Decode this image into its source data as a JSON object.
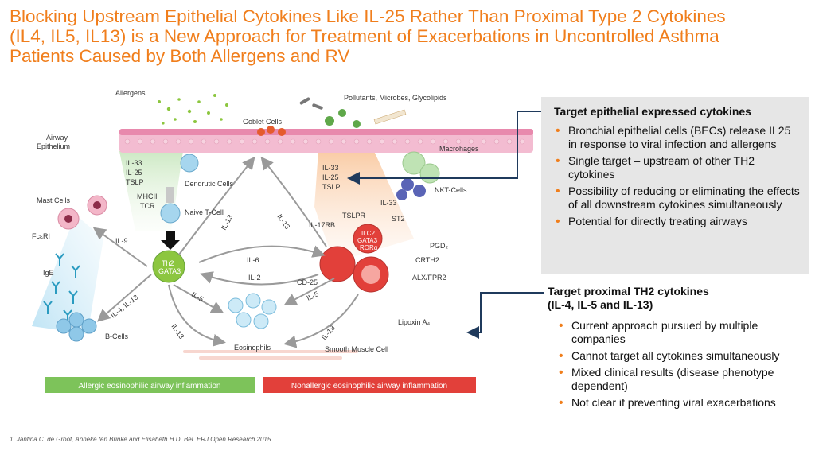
{
  "title": "Blocking Upstream Epithelial Cytokines Like IL-25 Rather Than Proximal Type 2 Cytokines (IL4, IL5, IL13) is a New Approach for Treatment of Exacerbations in Uncontrolled Asthma Patients Caused by Both Allergens and RV",
  "diagram": {
    "allergens": "Allergens",
    "pollutants": "Pollutants, Microbes, Glycolipids",
    "goblet_cells": "Goblet Cells",
    "airway": "Airway",
    "epithelium": "Epithelium",
    "left_cytokines": [
      "IL-33",
      "IL-25",
      "TSLP"
    ],
    "right_cytokines": [
      "IL-33",
      "IL-25",
      "TSLP"
    ],
    "dendritic": "Dendrutic Cells",
    "mhcii": "MHCII",
    "tcr": "TCR",
    "naive_t": "Naive T-Cell",
    "mast_cells": "Mast Cells",
    "fceri": "FcεRI",
    "ige": "IgE",
    "il9": "IL-9",
    "th2": "Th2",
    "gata3": "GATA3",
    "il6": "IL-6",
    "il2": "IL-2",
    "il13_a": "IL-13",
    "il13_b": "IL-13",
    "il13_c": "IL-13",
    "il13_d": "IL-13",
    "il4_il13": "IL-4, IL-13",
    "il5_a": "IL-5",
    "il5_b": "IL-5",
    "b_cells": "B-Cells",
    "eosinophils": "Eosinophils",
    "smooth_muscle": "Smooth Muscle Cell",
    "macrophages": "Macrohages",
    "nkt": "NKT-Cells",
    "il33": "IL-33",
    "tslpr": "TSLPR",
    "st2": "ST2",
    "il17rb": "IL-17RB",
    "ilc2": [
      "ILC2",
      "GATA3",
      "RORα"
    ],
    "pgd2": "PGD₂",
    "crth2": "CRTH2",
    "alx": "ALX/FPR2",
    "cd25": "CD-25",
    "lipoxin": "Lipoxin A₄",
    "green_bar": "Allergic eosinophilic airway inflammation",
    "red_bar": "Nonallergic eosinophilic airway inflammation"
  },
  "box1": {
    "heading": "Target epithelial expressed cytokines",
    "bullets": [
      "Bronchial epithelial cells (BECs) release IL25 in response to viral infection and allergens",
      "Single target – upstream of other TH2 cytokines",
      "Possibility of reducing or eliminating the effects of all downstream cytokines simultaneously",
      "Potential for directly treating airways"
    ]
  },
  "box2": {
    "heading_line1": "Target proximal TH2 cytokines",
    "heading_line2": "(IL-4, IL-5 and IL-13)",
    "bullets": [
      "Current approach pursued by multiple companies",
      "Cannot target all cytokines simultaneously",
      "Mixed clinical results (disease phenotype dependent)",
      "Not clear if preventing viral exacerbations"
    ]
  },
  "footnote": "1. Jantina C. de Groot, Anneke ten Brinke and Elisabeth H.D. Bel. ERJ Open Research 2015",
  "colors": {
    "title": "#f07e1c",
    "bullet": "#f07e1c",
    "green_bar": "#7dc35a",
    "red_bar": "#e2403a",
    "connector": "#1f3a5c"
  }
}
